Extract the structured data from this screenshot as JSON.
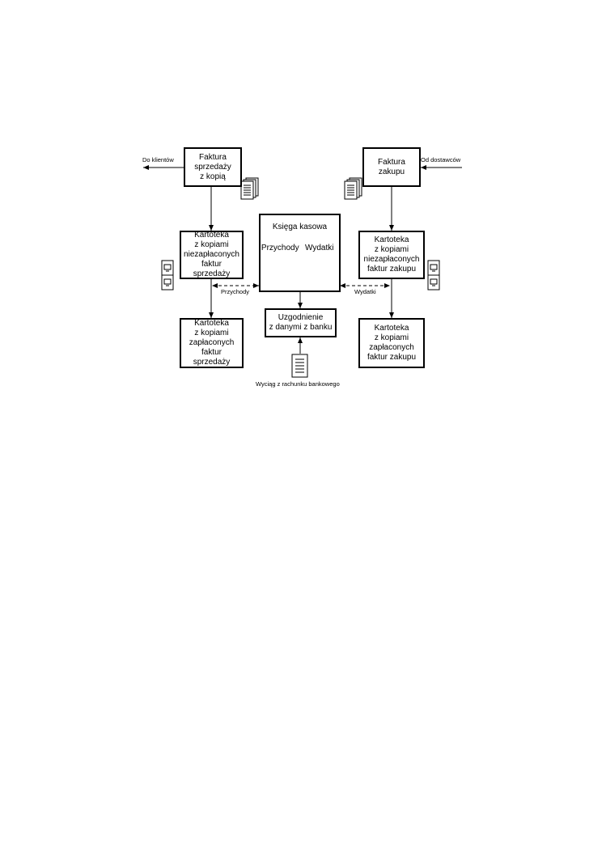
{
  "boxes": {
    "sales_invoice": [
      "Faktura",
      "sprzedaży",
      "z kopią"
    ],
    "purchase_invoice": [
      "Faktura",
      "zakupu"
    ],
    "unpaid_sales": [
      "Kartoteka",
      "z kopiami",
      "niezapłaconych",
      "faktur",
      "sprzedaży"
    ],
    "cashbook": {
      "title": "Księga kasowa",
      "left": "Przychody",
      "right": "Wydatki"
    },
    "unpaid_purchase": [
      "Kartoteka",
      "z kopiami",
      "niezapłaconych",
      "faktur zakupu"
    ],
    "reconcile": [
      "Uzgodnienie",
      "z danymi z banku"
    ],
    "paid_sales": [
      "Kartoteka",
      "z kopiami",
      "zapłaconych",
      "faktur",
      "sprzedaży"
    ],
    "paid_purchase": [
      "Kartoteka",
      "z kopiami",
      "zapłaconych",
      "faktur zakupu"
    ]
  },
  "labels": {
    "to_clients": "Do klientów",
    "from_suppliers": "Od dostawców",
    "income_flow": "Przychody",
    "expense_flow": "Wydatki",
    "bank_statement": "Wyciąg z rachunku bankowego"
  },
  "icons": [
    "document-stack-icon",
    "filing-cabinet-icon",
    "document-icon"
  ]
}
